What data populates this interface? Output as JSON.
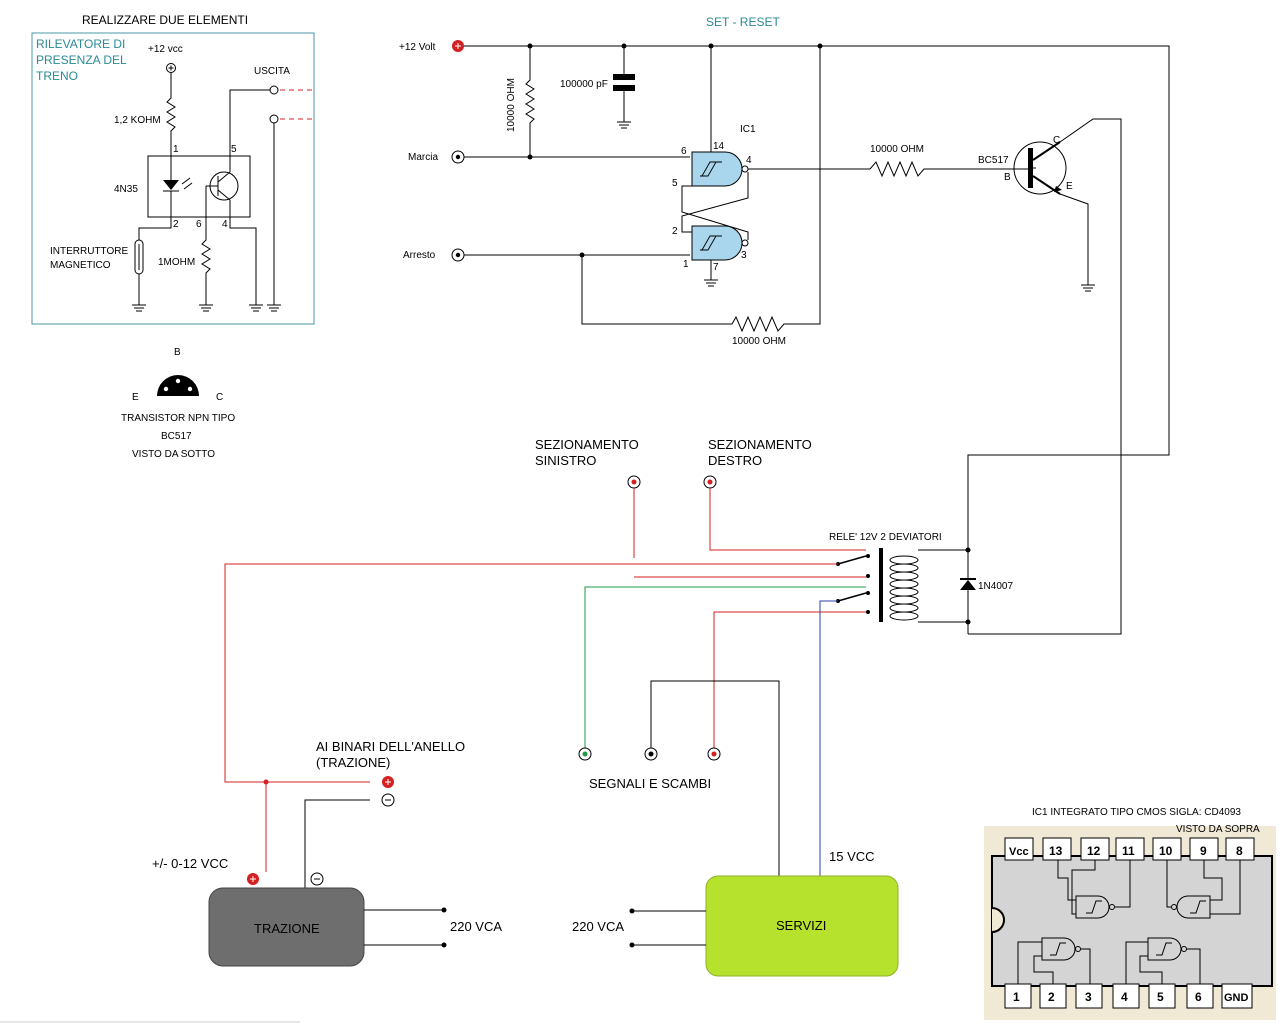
{
  "detector": {
    "title": "REALIZZARE DUE ELEMENTI",
    "box_title": [
      "RILEVATORE DI",
      "PRESENZA DEL",
      "TRENO"
    ],
    "vcc": "+12 vcc",
    "uscita": "USCITA",
    "r1": "1,2 KOHM",
    "opto": "4N35",
    "r2": "1MOHM",
    "switch_label": [
      "INTERRUTTORE",
      "MAGNETICO"
    ],
    "pins": [
      "1",
      "2",
      "5",
      "6",
      "4"
    ]
  },
  "transistor_pinout": {
    "b": "B",
    "e": "E",
    "c": "C",
    "caption": [
      "TRANSISTOR NPN TIPO",
      "BC517",
      "VISTO DA SOTTO"
    ]
  },
  "setreset": {
    "title": "SET - RESET",
    "v12": "+12 Volt",
    "cap": "100000 pF",
    "r_pullup": "10000 OHM",
    "marcia": "Marcia",
    "arresto": "Arresto",
    "ic": "IC1",
    "pins": [
      "6",
      "14",
      "5",
      "4",
      "2",
      "3",
      "1",
      "7"
    ],
    "r_base": "10000 OHM",
    "r_feedback": "10000 OHM",
    "transistor": "BC517",
    "tb": "B",
    "tc": "C",
    "te": "E"
  },
  "relay": {
    "label": "RELE' 12V 2 DEVIATORI",
    "diode": "1N4007"
  },
  "sections": {
    "left": [
      "SEZIONAMENTO",
      "SINISTRO"
    ],
    "right": [
      "SEZIONAMENTO",
      "DESTRO"
    ]
  },
  "rails": {
    "label": [
      "AI BINARI DELL'ANELLO",
      "(TRAZIONE)"
    ]
  },
  "signals": {
    "label": "SEGNALI E SCAMBI"
  },
  "trazione": {
    "label": "TRAZIONE",
    "voltage": "+/- 0-12 VCC",
    "mains": "220 VCA"
  },
  "servizi": {
    "label": "SERVIZI",
    "voltage": "15 VCC",
    "mains": "220 VCA"
  },
  "chip": {
    "title": "IC1    INTEGRATO TIPO CMOS SIGLA: CD4093",
    "subtitle": "VISTO DA SOPRA",
    "top_pins": [
      "Vcc",
      "13",
      "12",
      "11",
      "10",
      "9",
      "8"
    ],
    "bottom_pins": [
      "1",
      "2",
      "3",
      "4",
      "5",
      "6",
      "GND"
    ]
  },
  "colors": {
    "detector_box": "#4a9aa6",
    "trazione_fill": "#6e6e6e",
    "servizi_fill": "#b6e22e",
    "gate_fill": "#a9d6ec",
    "wire_red": "#d42020",
    "wire_green": "#1e9a4a",
    "wire_blue": "#2a3fb0"
  }
}
